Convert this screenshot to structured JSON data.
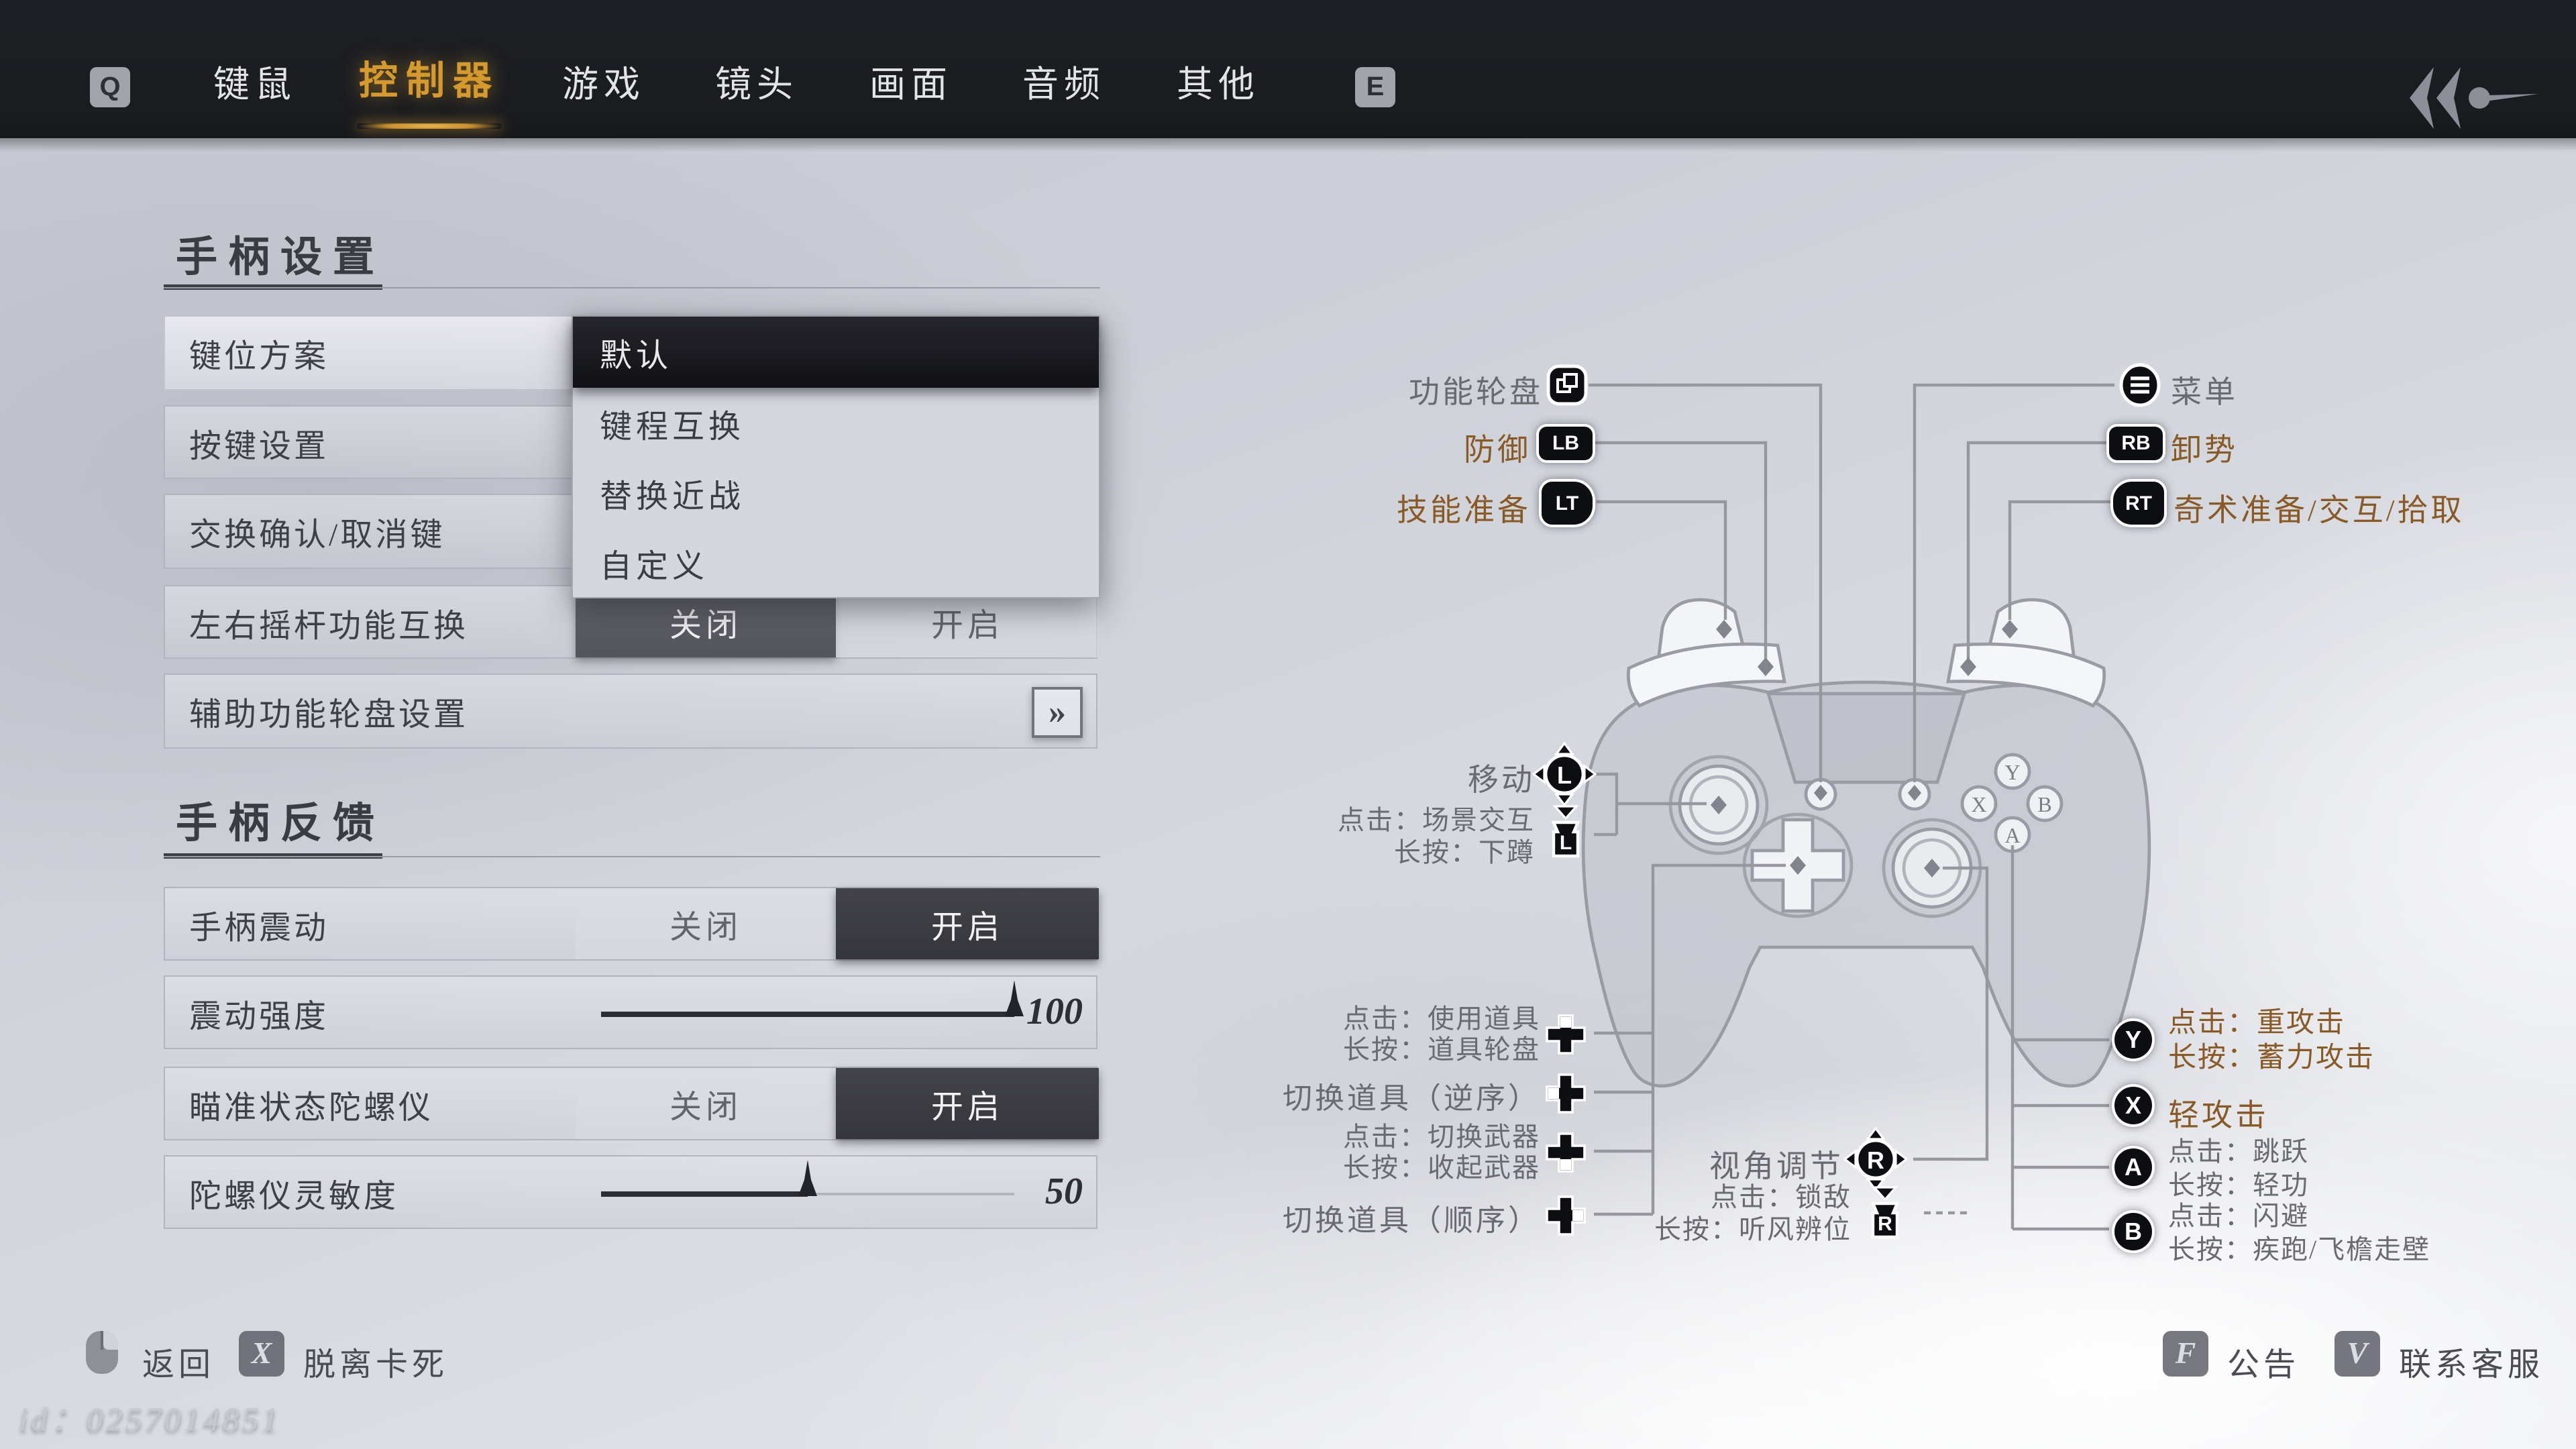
{
  "colors": {
    "accent_gold": "#d6992e",
    "label_brown": "#8a5a26",
    "label_gray": "#6a6b72",
    "panel_dark": "#17181d",
    "topbar_bg": "#1b1d21"
  },
  "topbar": {
    "prev_key": "Q",
    "next_key": "E",
    "tabs": [
      {
        "label": "键鼠"
      },
      {
        "label": "控制器"
      },
      {
        "label": "游戏"
      },
      {
        "label": "镜头"
      },
      {
        "label": "画面"
      },
      {
        "label": "音频"
      },
      {
        "label": "其他"
      }
    ]
  },
  "settings": {
    "section_controller": "手柄设置",
    "keymap": {
      "label": "键位方案",
      "selected": "默认"
    },
    "dropdown": {
      "options": [
        {
          "label": "默认"
        },
        {
          "label": "键程互换"
        },
        {
          "label": "替换近战"
        },
        {
          "label": "自定义"
        }
      ]
    },
    "button_settings": {
      "label": "按键设置"
    },
    "swap_confirm": {
      "label": "交换确认/取消键"
    },
    "swap_sticks": {
      "label": "左右摇杆功能互换",
      "off": "关闭",
      "on": "开启",
      "value": "关闭"
    },
    "assist_wheel": {
      "label": "辅助功能轮盘设置",
      "chevron": "»"
    },
    "section_feedback": "手柄反馈",
    "vibration": {
      "label": "手柄震动",
      "off": "关闭",
      "on": "开启",
      "value": "开启"
    },
    "vibration_strength": {
      "label": "震动强度",
      "value": 100,
      "max": 100
    },
    "gyro": {
      "label": "瞄准状态陀螺仪",
      "off": "关闭",
      "on": "开启",
      "value": "开启"
    },
    "gyro_sensitivity": {
      "label": "陀螺仪灵敏度",
      "value": 50,
      "max": 100
    }
  },
  "diagram": {
    "view": {
      "label": "功能轮盘"
    },
    "menu": {
      "label": "菜单"
    },
    "lb": {
      "key": "LB",
      "label": "防御"
    },
    "rb": {
      "key": "RB",
      "label": "卸势"
    },
    "lt": {
      "key": "LT",
      "label": "技能准备"
    },
    "rt": {
      "key": "RT",
      "label": "奇术准备/交互/拾取"
    },
    "lstick": {
      "key": "L",
      "label": "移动"
    },
    "l3": {
      "key": "L",
      "line1": "点击：场景交互",
      "line2": "长按：下蹲"
    },
    "dpad_up": {
      "line1": "点击：使用道具",
      "line2": "长按：道具轮盘"
    },
    "dpad_left": {
      "label": "切换道具（逆序）"
    },
    "dpad_down": {
      "line1": "点击：切换武器",
      "line2": "长按：收起武器"
    },
    "dpad_right": {
      "label": "切换道具（顺序）"
    },
    "rstick": {
      "key": "R",
      "label": "视角调节"
    },
    "r3": {
      "key": "R",
      "line1": "点击：锁敌",
      "line2": "长按：听风辨位"
    },
    "btn_y": {
      "key": "Y",
      "line1": "点击：重攻击",
      "line2": "长按：蓄力攻击"
    },
    "btn_x": {
      "key": "X",
      "label": "轻攻击"
    },
    "btn_a": {
      "key": "A",
      "line1": "点击：跳跃",
      "line2": "长按：轻功"
    },
    "btn_b": {
      "key": "B",
      "line1": "点击：闪避",
      "line2": "长按：疾跑/飞檐走壁"
    },
    "face_letters": {
      "y": "Y",
      "x": "X",
      "a": "A",
      "b": "B"
    }
  },
  "footer": {
    "back": "返回",
    "unstuck_key": "X",
    "unstuck": "脱离卡死",
    "notice_key": "F",
    "notice": "公告",
    "support_key": "V",
    "support": "联系客服",
    "user_id": "id：0257014851"
  }
}
